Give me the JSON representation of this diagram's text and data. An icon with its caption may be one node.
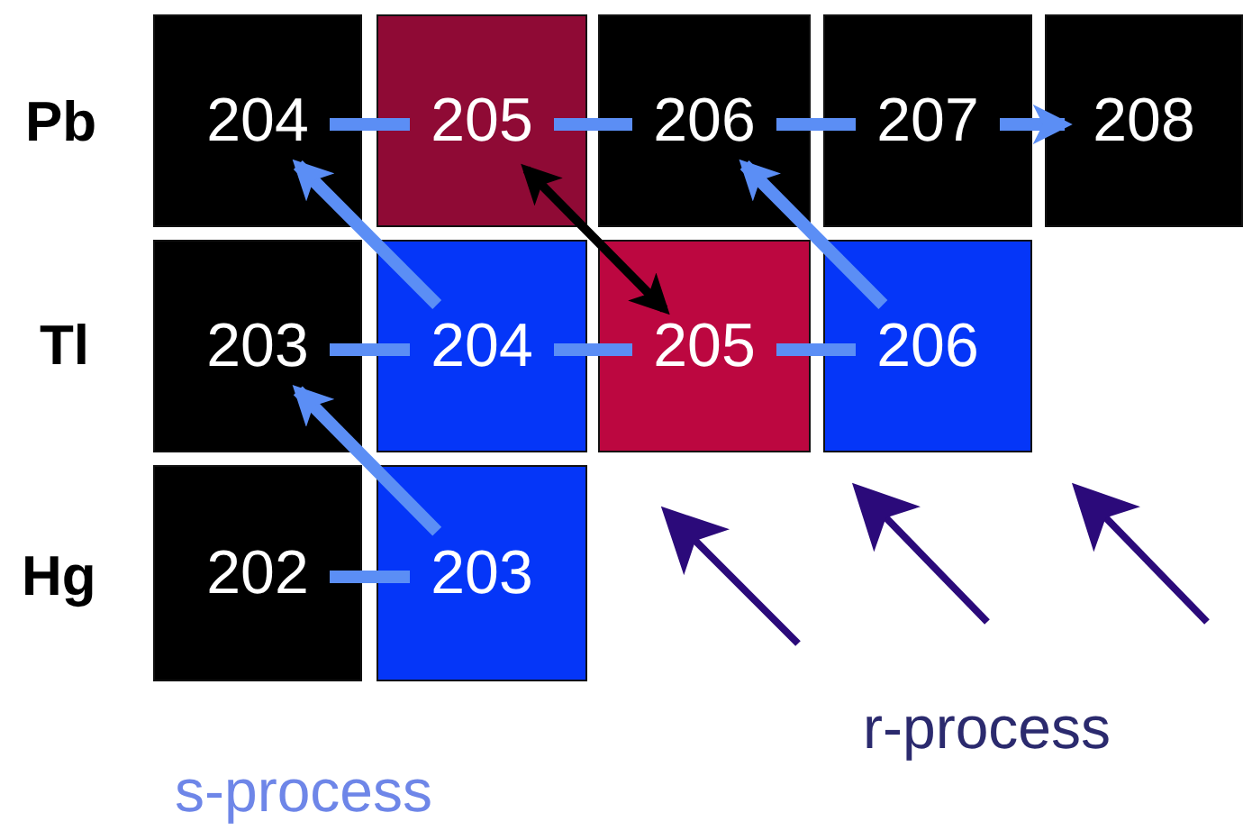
{
  "diagram": {
    "nodes": [
      {
        "text": [
          "204"
        ]
      },
      {
        "text": [
          "205"
        ]
      },
      {
        "text": [
          "206"
        ]
      },
      {
        "text": [
          "207"
        ]
      },
      {
        "text": [
          "208"
        ]
      },
      {
        "text": [
          "203"
        ]
      },
      {
        "text": [
          "204"
        ]
      },
      {
        "text": [
          "205"
        ]
      },
      {
        "text": [
          "206"
        ]
      },
      {
        "text": [
          "202"
        ]
      },
      {
        "text": [
          "203"
        ]
      }
    ],
    "edges": [
      {
        "from": 0,
        "to": 1,
        "arrow": "none"
      },
      {
        "from": 1,
        "to": 2,
        "arrow": "none"
      },
      {
        "from": 2,
        "to": 3,
        "arrow": "none"
      },
      {
        "from": 3,
        "to": 4,
        "arrow": "to"
      },
      {
        "from": 6,
        "to": 0,
        "arrow": "to"
      },
      {
        "from": 1,
        "to": 7,
        "arrow": "both",
        "color": "#000000"
      },
      {
        "from": 8,
        "to": 2,
        "arrow": "to"
      },
      {
        "from": 5,
        "to": 6,
        "arrow": "none"
      },
      {
        "from": 6,
        "to": 7,
        "arrow": "none"
      },
      {
        "from": 7,
        "to": 8,
        "arrow": "none"
      },
      {
        "from": 10,
        "to": 5,
        "arrow": "to"
      },
      {
        "from": 9,
        "to": 10,
        "arrow": "none"
      }
    ],
    "labels": [
      "Pb",
      "Tl",
      "Hg",
      "r-process",
      "s-process"
    ]
  }
}
